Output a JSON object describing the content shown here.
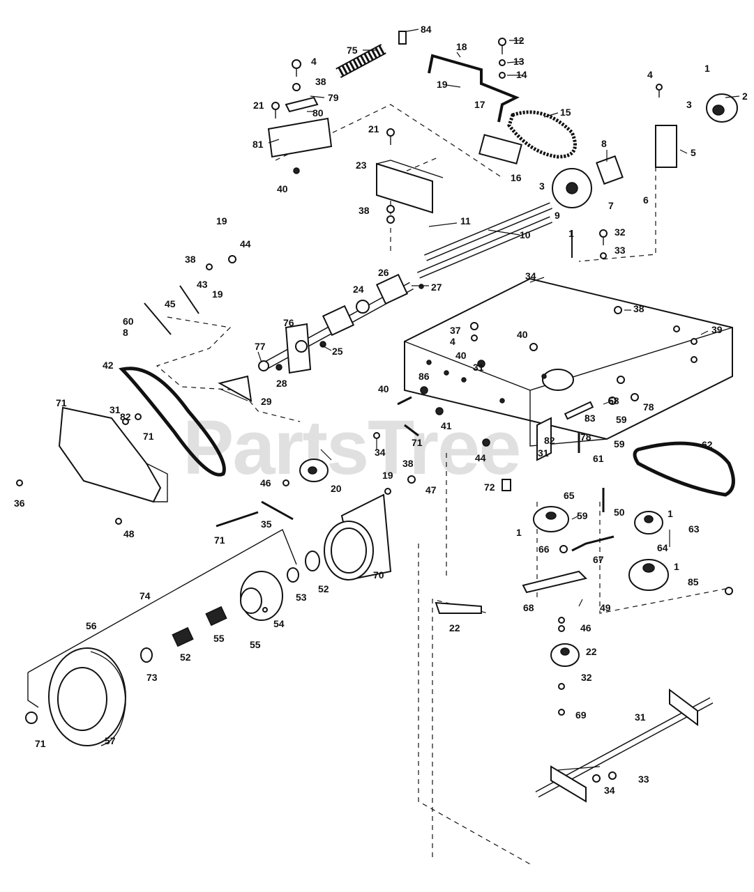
{
  "watermark": "PartsTree",
  "callouts": [
    "84",
    "75",
    "4",
    "38",
    "79",
    "21",
    "80",
    "81",
    "40",
    "18",
    "19",
    "17",
    "12",
    "13",
    "14",
    "15",
    "16",
    "21",
    "23",
    "38",
    "1",
    "2",
    "4",
    "3",
    "5",
    "8",
    "3",
    "9",
    "7",
    "6",
    "1",
    "11",
    "10",
    "32",
    "33",
    "19",
    "44",
    "38",
    "43",
    "19",
    "45",
    "60",
    "8",
    "26",
    "24",
    "27",
    "76",
    "77",
    "25",
    "28",
    "42",
    "29",
    "71",
    "31",
    "71",
    "36",
    "34",
    "38",
    "37",
    "4",
    "40",
    "31",
    "40",
    "86",
    "40",
    "41",
    "71",
    "39",
    "34",
    "44",
    "38",
    "19",
    "47",
    "46",
    "20",
    "35",
    "71",
    "48",
    "72",
    "65",
    "1",
    "59",
    "50",
    "70",
    "52",
    "53",
    "54",
    "55",
    "55",
    "52",
    "73",
    "74",
    "56",
    "57",
    "71",
    "82",
    "78",
    "58",
    "83",
    "78",
    "82",
    "31",
    "59",
    "59",
    "61",
    "62",
    "1",
    "63",
    "64",
    "1",
    "85",
    "66",
    "67",
    "68",
    "49",
    "22",
    "46",
    "22",
    "32",
    "69",
    "31",
    "33",
    "34"
  ]
}
